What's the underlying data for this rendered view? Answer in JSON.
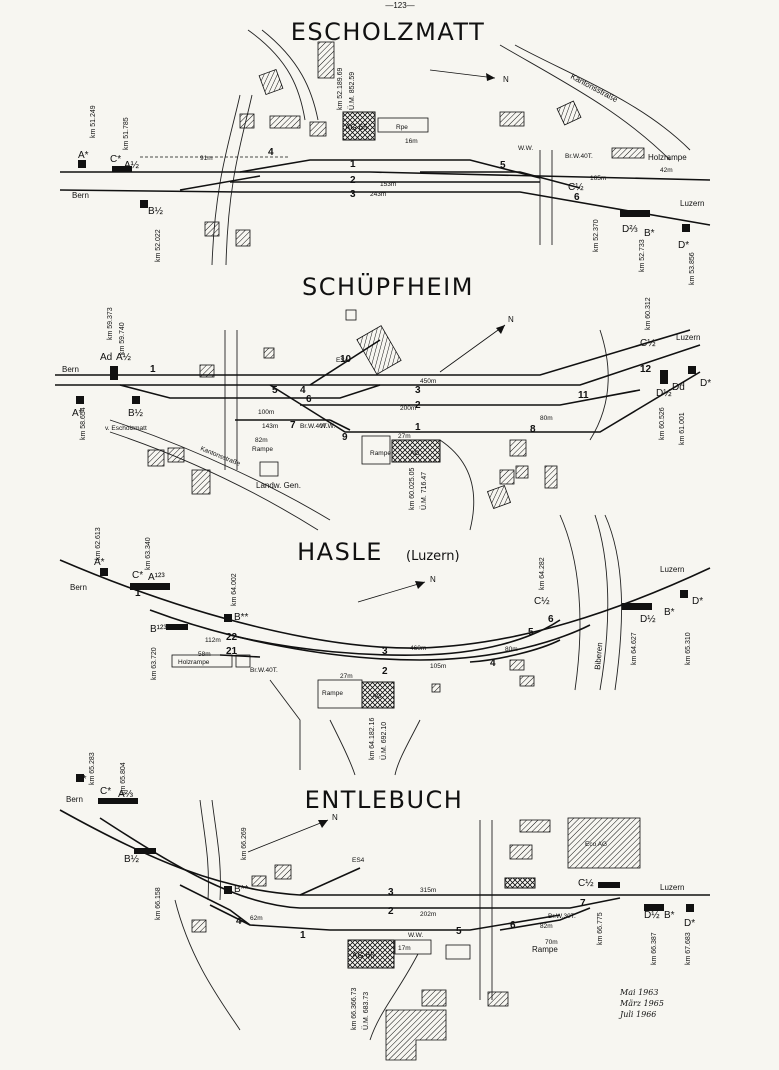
{
  "page_number": "—123—",
  "stations": {
    "escholzmatt": {
      "title": "ESCHOLZMATT",
      "km_building": "km 52.189.69",
      "km_building_alt": "Ü.M. 852.59",
      "station_label": "AG 65",
      "rpe": "Rpe",
      "holzrampe": "Holzrampe",
      "kantonsstrasse": "Kantonsstraße",
      "brw": "Br.W.40T.",
      "ww": "W.W.",
      "dist_91": "91m",
      "dist_153": "153m",
      "dist_243": "243m",
      "dist_16": "16m",
      "dist_42": "42m",
      "dist_165": "165m",
      "bern": "Bern",
      "luzern": "Luzern",
      "north": "N",
      "km_a": "km 51.249",
      "km_c": "km 51.785",
      "km_b": "km 52.022",
      "km_c2": "km 52.370",
      "km_d": "km 52.733",
      "km_d2": "km 53.856",
      "signals": {
        "a": "A*",
        "c": "C*",
        "a12": "A½",
        "b12": "B½",
        "c12": "C½",
        "d23": "D⅔",
        "bx": "B*",
        "dx": "D*"
      },
      "tracks": [
        "1",
        "2",
        "3",
        "4",
        "5",
        "6"
      ]
    },
    "schuepfheim": {
      "title": "SCHÜPFHEIM",
      "esa": "ES4",
      "dist_450": "450m",
      "dist_200": "200m",
      "dist_100": "100m",
      "dist_143": "143m",
      "dist_82": "82m",
      "dist_80": "80m",
      "dist_27": "27m",
      "rampe": "Rampe",
      "brw": "Br.W.40T.",
      "ww": "W.W.",
      "rampe2": "Rampe",
      "station_label": "AG",
      "landw": "Landw. Gen.",
      "v_escholzmatt": "v. Escholzmatt",
      "kantonsstrasse": "Kantonsstraße",
      "bern": "Bern",
      "luzern": "Luzern",
      "north": "N",
      "km_a": "km 59.373",
      "km_a2": "km 59.740",
      "km_a3": "km 58.654",
      "km_c": "km 60.312",
      "km_d": "km 60.526",
      "km_d2": "km 61.001",
      "km_bldg": "km 60.025.05",
      "km_bldg_alt": "Ü.M. 716.47",
      "signals": {
        "ad": "Ad",
        "a12": "A½",
        "ax": "A*",
        "b12": "B½",
        "c12": "C½",
        "d12": "D½",
        "dd": "Dd",
        "dx": "D*"
      },
      "tracks": [
        "1",
        "2",
        "3",
        "4",
        "5",
        "6",
        "7",
        "8",
        "9",
        "10",
        "11",
        "12"
      ]
    },
    "hasle": {
      "title": "HASLE",
      "subtitle": "(Luzern)",
      "dist_460": "460m",
      "dist_105": "105m",
      "dist_112": "112m",
      "dist_58": "58m",
      "dist_80": "80m",
      "dist_27": "27m",
      "holzrampe": "Holzrampe",
      "brw": "Br.W.40T.",
      "rampe": "Rampe",
      "station_label": "AG",
      "biberen": "Biberen",
      "bern": "Bern",
      "luzern": "Luzern",
      "north": "N",
      "km_a": "km 62.613",
      "km_c": "km 63.340",
      "km_b": "km 64.002",
      "km_b2": "km 63.720",
      "km_c2": "km 64.282",
      "km_d": "km 64.627",
      "km_d2": "km 65.310",
      "km_bldg": "km 64.182.16",
      "km_bldg_alt": "Ü.M. 692.10",
      "signals": {
        "ax": "A*",
        "cx": "C*",
        "a123": "A¹²³",
        "bxx": "B**",
        "b123": "B¹²³",
        "c12": "C½",
        "d12": "D½",
        "bx": "B*",
        "dx": "D*"
      },
      "tracks": [
        "1",
        "2",
        "3",
        "4",
        "5",
        "6",
        "21",
        "22"
      ]
    },
    "entlebuch": {
      "title": "ENTLEBUCH",
      "esa": "ES4",
      "dist_315": "315m",
      "dist_202": "202m",
      "dist_62": "62m",
      "dist_82": "82m",
      "dist_70": "70m",
      "dist_17": "17m",
      "rampe": "Rampe",
      "brw": "Br.W.30T.",
      "ww": "W.W.",
      "station_label": "AG 65",
      "eco": "Eco AG",
      "bern": "Bern",
      "luzern": "Luzern",
      "north": "N",
      "km_a": "km 65.283",
      "km_a2": "km 65.804",
      "km_b": "km 66.269",
      "km_b2": "km 66.158",
      "km_c": "km 66.775",
      "km_d": "km 66.387",
      "km_d2": "km 67.683",
      "km_bldg": "km 66.366.73",
      "km_bldg_alt": "Ü.M. 683.73",
      "signals": {
        "ax": "A*",
        "cx": "C*",
        "a23": "A⅔",
        "b12": "B½",
        "bxx": "B**",
        "c12": "C½",
        "d12": "D½",
        "bx": "B*",
        "dx": "D*"
      },
      "tracks": [
        "1",
        "2",
        "3",
        "4",
        "5",
        "6",
        "7"
      ]
    }
  },
  "dates": {
    "line1": "Mai 1963",
    "line2": "März 1965",
    "line3": "Juli 1966"
  }
}
